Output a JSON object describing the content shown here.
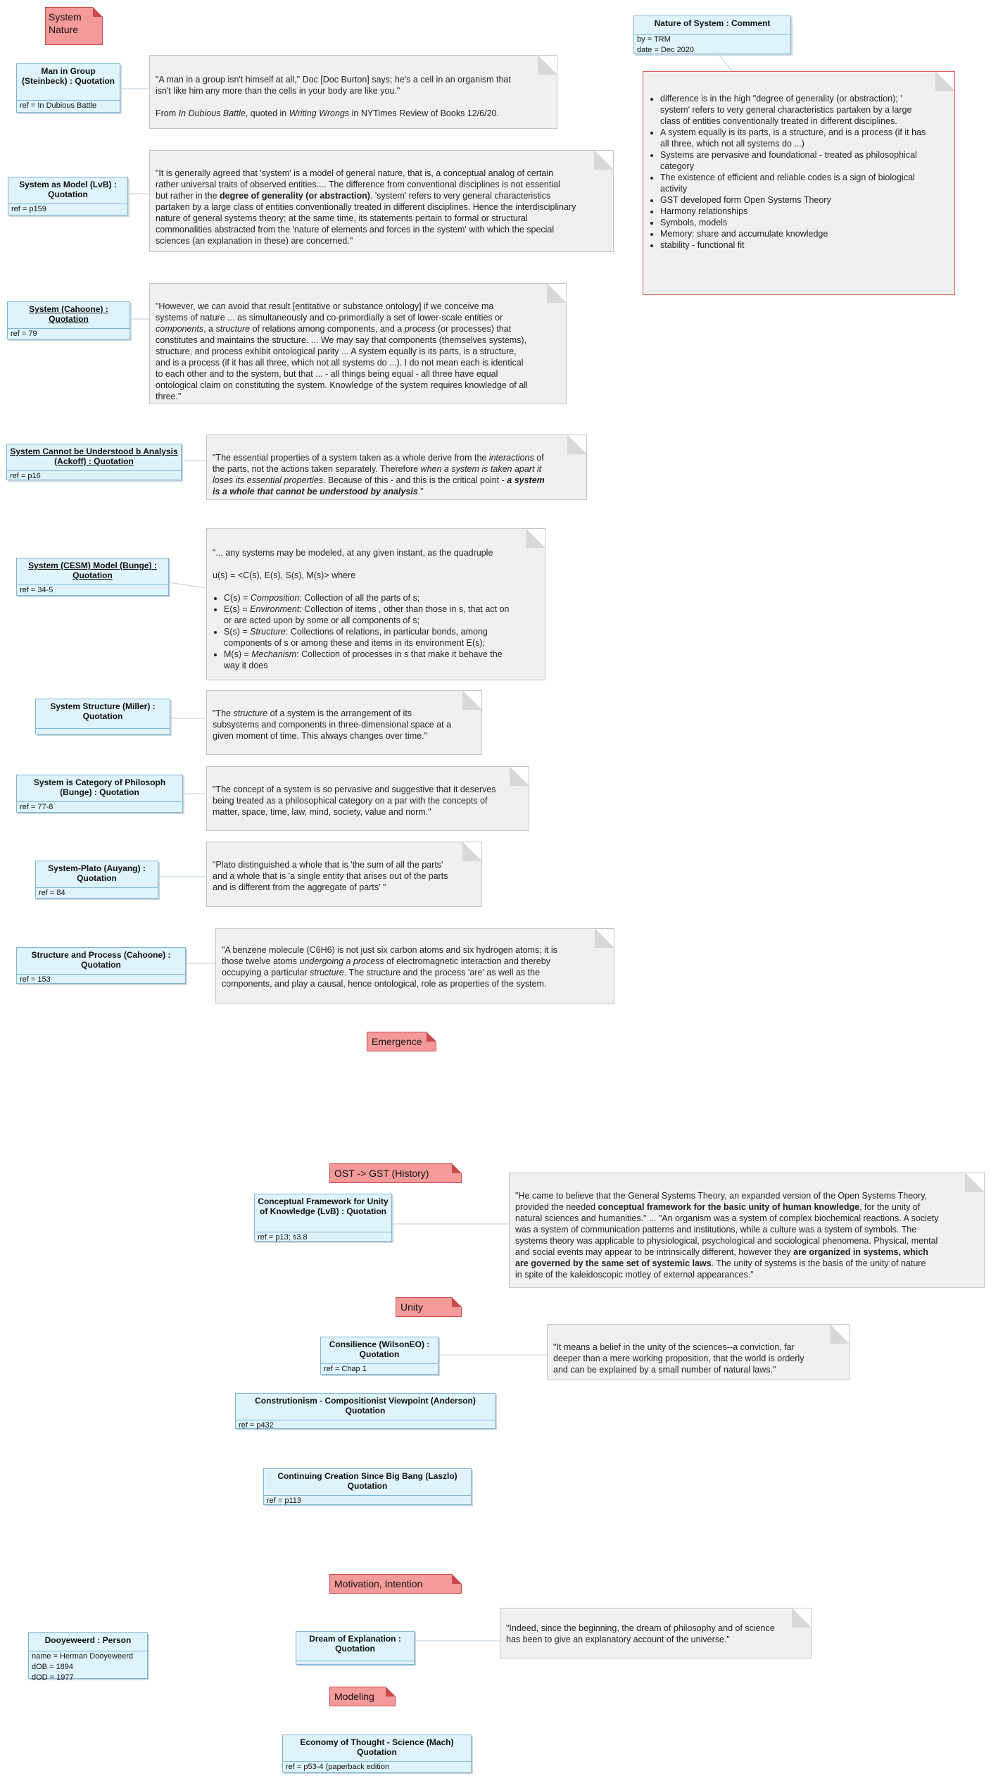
{
  "packages": {
    "system_nature": "System\nNature",
    "emergence": "Emergence",
    "ost_gst": "OST -> GST (History)",
    "unity": "Unity",
    "motivation": "Motivation, Intention",
    "modeling": "Modeling"
  },
  "objects": {
    "man_in_group": {
      "title": "Man in Group (Steinbeck) : Quotation",
      "ref": "ref = In Dubious Battle"
    },
    "system_as_model": {
      "title": "System as Model (LvB) : Quotation",
      "ref": "ref = p159"
    },
    "system_cahoone": {
      "title": "System (Cahoone) : Quotation",
      "ref": "ref = 79"
    },
    "system_ackoff": {
      "title": "System Cannot be Understood b Analysis (Ackoff) : Quotation",
      "ref": "ref = p16"
    },
    "system_cesm": {
      "title": "System (CESM) Model (Bunge) : Quotation",
      "ref": "ref = 34-5"
    },
    "system_structure": {
      "title": "System Structure (Miller) : Quotation",
      "ref": ""
    },
    "system_category": {
      "title": "System is Category of Philosoph (Bunge) : Quotation",
      "ref": "ref = 77-8"
    },
    "system_plato": {
      "title": "System-Plato (Auyang) : Quotation",
      "ref": "ref = 84"
    },
    "structure_process": {
      "title": "Structure and Process (Cahoone) : Quotation",
      "ref": "ref = 153"
    },
    "conceptual_framework": {
      "title": "Conceptual Framework for Unity of Knowledge (LvB) : Quotation",
      "ref": "ref = p13; s3.8"
    },
    "consilience": {
      "title": "Consilience (WilsonEO) : Quotation",
      "ref": "ref = Chap 1"
    },
    "construtionism": {
      "title": "Construtionism - Compositionist Viewpoint (Anderson) Quotation",
      "ref": "ref = p432"
    },
    "continuing_creation": {
      "title": "Continuing Creation Since Big Bang (Laszlo) Quotation",
      "ref": "ref = p113"
    },
    "dooyeweerd": {
      "title": "Dooyeweerd : Person",
      "name": "name = Herman Dooyeweerd",
      "dob": "dOB = 1894",
      "dod": "dOD = 1977"
    },
    "dream_explanation": {
      "title": "Dream of Explanation : Quotation",
      "ref": ""
    },
    "economy_thought": {
      "title": "Economy of Thought - Science (Mach) Quotation",
      "ref": "ref = p53-4 (paperback edition"
    },
    "nature_comment": {
      "title": "Nature of System : Comment",
      "by": "by = TRM",
      "date": "date = Dec 2020"
    }
  },
  "notes": {
    "man_in_group": {
      "l1": "\"A man in a group isn't himself at all,\" Doc [Doc Burton] says; he's a cell in an organism that",
      "l2": "isn't like him any more than the cells in your body are like you.\"",
      "src_a": "From ",
      "src_b": "In Dubious Battle",
      "src_c": ", quoted in ",
      "src_d": "Writing Wrongs",
      "src_e": " in NYTimes Review of Books 12/6/20."
    },
    "system_as_model": {
      "l1": "\"It is generally agreed that 'system' is a model of general nature, that is, a conceptual analog of certain",
      "l2": "rather universal traits of observed entities.... The difference from conventional disciplines is not essential",
      "l3a": "but rather in the ",
      "l3b": "degree of generality (or abstraction)",
      "l3c": ". 'system' refers to very general characteristics",
      "l4": "partaken by a large class of entities conventionally treated in different disciplines. Hence the interdisciplinary",
      "l5": "nature of general systems theory; at the same time, its statements pertain to formal or structural",
      "l6": "commonalities abstracted from the 'nature of elements and forces in the system' with which the special",
      "l7": "sciences (an explanation in these) are concerned.\""
    },
    "system_cahoone": {
      "l1": "\"However, we can avoid that result [entitative or substance ontology] if we conceive ma",
      "l2": "systems of nature ... as simultaneously and co-primordially a set of lower-scale entities or",
      "l3a": "components",
      "l3b": ", a ",
      "l3c": "structure",
      "l3d": " of relations among components, and a ",
      "l3e": "process",
      "l3f": " (or processes) that",
      "l4": "constitutes and maintains the structure. ... We may say that components (themselves systems),",
      "l5": "structure, and process exhibit ontological parity ... A system equally is its parts, is a structure,",
      "l6": "and is a process (if it has all three, which not all systems do ...). I do not mean each is identical",
      "l7": "to each other and to the system, but that ... - all things being equal - all three have equal",
      "l8": "ontological claim on constituting the system. Knowledge of the system requires knowledge of all",
      "l9": "three.\""
    },
    "system_ackoff": {
      "l1a": "\"The essential properties of a system taken as a whole derive from the ",
      "l1b": "interactions",
      "l1c": " of",
      "l2a": "the parts, not the actions taken separately. Therefore ",
      "l2b": "when a system is taken apart it",
      "l3a": "loses its essential properties",
      "l3b": ". Because of this - and this is the critical point - ",
      "l3c": "a system",
      "l4a": "is a whole that cannot be understood by analysis",
      "l4b": ".\""
    },
    "system_cesm": {
      "l1": "\"... any systems may be modeled, at any given instant, as the quadruple",
      "l2": "u(s) = <C(s), E(s), S(s), M(s)> where",
      "b1a": "C(s) = ",
      "b1b": "Composition",
      "b1c": ": Collection of all the parts of s;",
      "b2a": "E(s) = ",
      "b2b": "Environment:",
      "b2c": " Collection of items , other than those in s, that act on",
      "b2d": "or are acted upon by some or all components of s;",
      "b3a": "S(s) = ",
      "b3b": "Structure",
      "b3c": ": Collections of relations, in particular bonds, among",
      "b3d": "components of s or among these and items in its environment E(s);",
      "b4a": "M(s) = ",
      "b4b": "Mechanism",
      "b4c": ": Collection of processes in s that make it behave the",
      "b4d": "way it does"
    },
    "system_structure": {
      "l1a": "\"The ",
      "l1b": "structure",
      "l1c": " of a system is the arrangement of its",
      "l2": "subsystems and components in three-dimensional space at a",
      "l3": "given moment of time. This always changes over time.\""
    },
    "system_category": {
      "l1": "\"The concept of a system is so pervasive and suggestive that it deserves",
      "l2": "being treated as a philosophical category on a par with the concepts of",
      "l3": "matter, space, time, law, mind, society, value and norm.\""
    },
    "system_plato": {
      "l1": "\"Plato distinguished a whole that is 'the sum of all the parts'",
      "l2": "and a whole that is 'a single entity that arises out of the parts",
      "l3": "and is different from the aggregate of parts' \""
    },
    "structure_process": {
      "l1": "\"A benzene molecule (C6H6) is not just six carbon atoms and six hydrogen atoms; it is",
      "l2a": "those twelve atoms ",
      "l2b": "undergoing a process",
      "l2c": " of electromagnetic interaction and thereby",
      "l3a": "occupying a particular ",
      "l3b": "structure",
      "l3c": ". The structure and the process 'are' as well as the",
      "l4": "components, and play a causal, hence ontological, role as properties of the system."
    },
    "nature_comment": {
      "b1": "difference is in the high \"degree of generality (or abstraction); '",
      "b1b": "system' refers to very general characteristics partaken by a large",
      "b1c": "class of entities conventionally treated in different disciplines.",
      "b2": "A system equally is its parts, is a structure, and is a process (if it has",
      "b2b": "all three, which not all systems do ...)",
      "b3": "Systems are pervasive and foundational - treated as philosophical",
      "b3b": "category",
      "b4": "The existence of efficient and reliable codes is a sign of biological",
      "b4b": "activity",
      "b5": "GST developed form Open Systems Theory",
      "b6": "Harmony relationships",
      "b7": "Symbols, models",
      "b8": "Memory: share and accumulate knowledge",
      "b9": "stability - functional fit"
    },
    "conceptual_framework": {
      "l1": "\"He came to believe that the General Systems Theory, an expanded version of the Open Systems Theory,",
      "l2a": "provided the needed ",
      "l2b": "conceptual framework for the basic unity of human knowledge",
      "l2c": ", for the unity of",
      "l3": "natural sciences and humanities.\" ... \"An organism was a system of complex biochemical reactions. A society",
      "l4": "was a system of communication patterns and institutions, while a culture was a system of symbols. The",
      "l5": "systems theory was applicable to physiological, psychological and sociological phenomena. Physical, mental",
      "l6a": "and social events may appear to be intrinsically different, however they ",
      "l6b": "are organized in systems, which",
      "l7a": "are governed by the same set of systemic laws",
      "l7b": ". The unity of systems is the basis of the unity of nature",
      "l8": "in spite of the kaleidoscopic motley of external appearances.\""
    },
    "consilience": {
      "l1": "\"It means a belief in the unity of the sciences--a conviction, far",
      "l2": "deeper than a mere working proposition, that the world is orderly",
      "l3": "and can be explained by a small number of natural laws.\""
    },
    "dream_explanation": {
      "l1": "\"Indeed, since the beginning, the dream of philosophy and of science",
      "l2": "has been to give an explanatory account of the universe.\""
    }
  }
}
